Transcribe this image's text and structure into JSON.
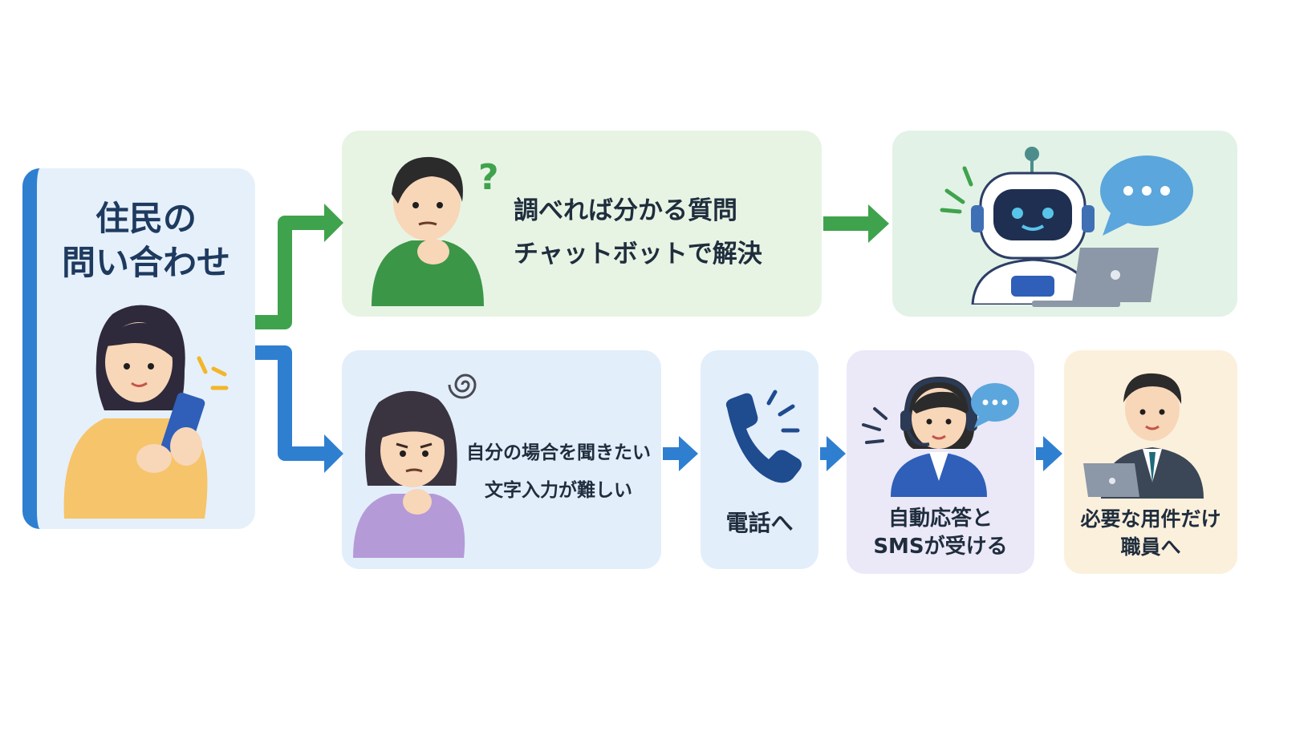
{
  "start": {
    "line1": "住民の",
    "line2": "問い合わせ"
  },
  "chatbot_path": {
    "line1": "調べれば分かる質問",
    "line2": "チャットボットで解決"
  },
  "phone_path": {
    "reason": {
      "line1": "自分の場合を聞きたい",
      "line2": "文字入力が難しい"
    },
    "phone": "電話へ",
    "auto": {
      "line1": "自動応答と",
      "line2": "SMSが受ける"
    },
    "staff": {
      "line1": "必要な用件だけ",
      "line2": "職員へ"
    }
  },
  "colors": {
    "green": "#3fa34d",
    "blue": "#2f7fd1",
    "start_bg": "#e6f0fb",
    "chat_bg": "#e7f4e4",
    "robot_bg": "#e2f2e6",
    "reason_bg": "#e3eefb",
    "auto_bg": "#ebe8f8",
    "staff_bg": "#fbf0dc"
  },
  "icons": [
    "woman-phone-icon",
    "thinking-man-icon",
    "question-mark-icon",
    "chatbot-robot-icon",
    "speech-bubble-icon",
    "laptop-icon",
    "confused-woman-icon",
    "swirl-icon",
    "phone-handset-icon",
    "operator-headset-icon",
    "staff-man-icon"
  ]
}
